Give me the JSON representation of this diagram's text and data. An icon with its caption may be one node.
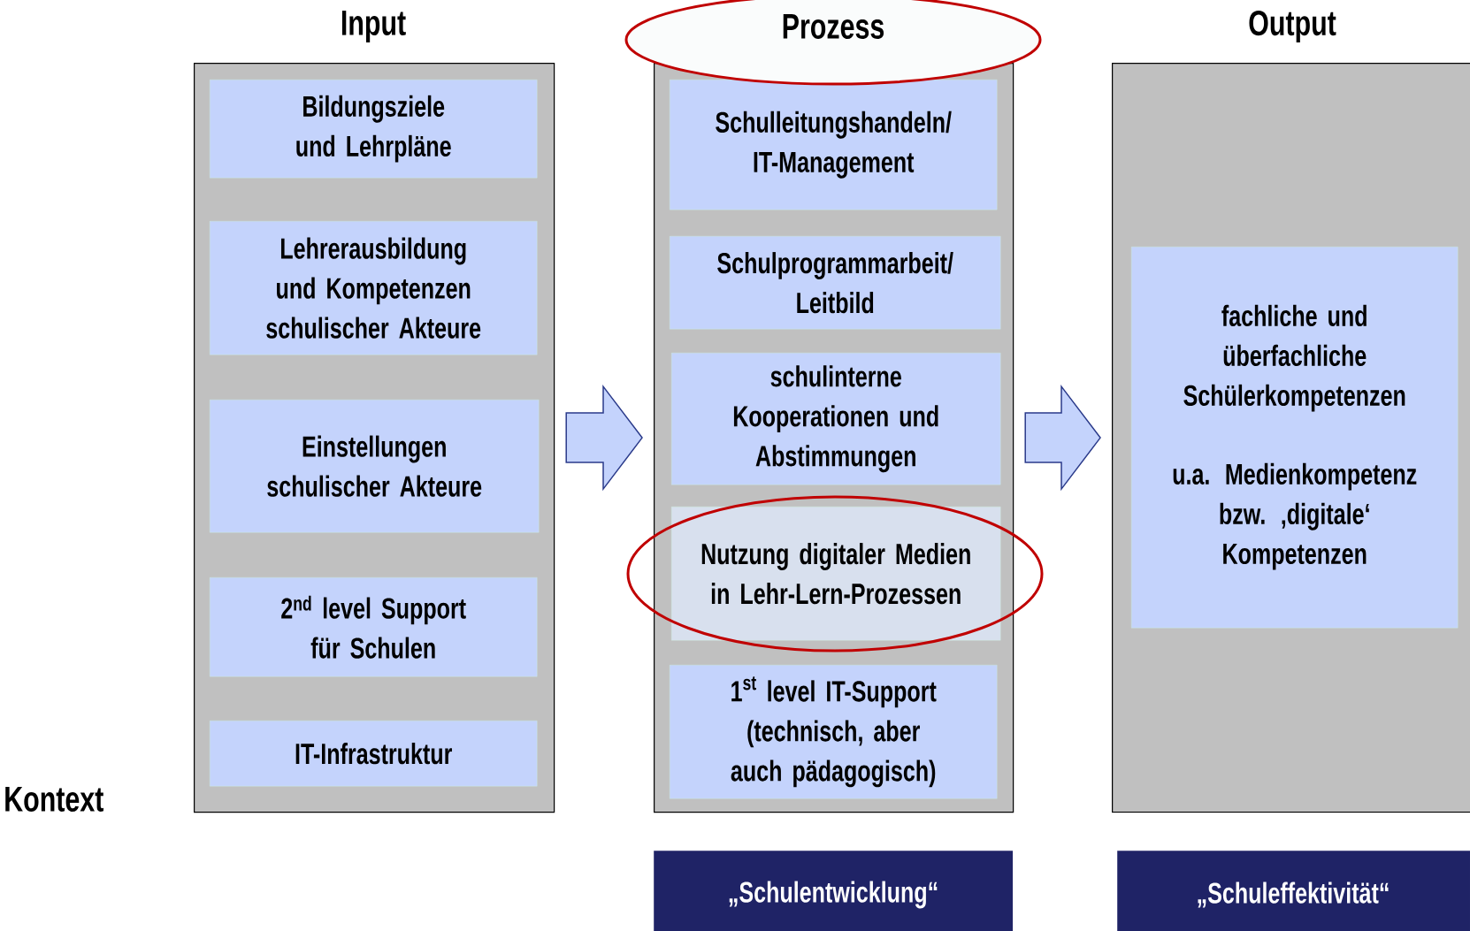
{
  "diagram": {
    "nodes": [
      {
        "text": [
          "Input"
        ]
      },
      {
        "text": [
          "Bildungsziele und Lehrpläne"
        ],
        "in": 0
      },
      {
        "text": [
          "Lehrerausbildung und Kompetenzen schulischer Akteure"
        ],
        "in": 0
      },
      {
        "text": [
          "Einstellungen schulischer Akteure"
        ],
        "in": 0
      },
      {
        "text": [
          "2$^{nd}$ level Support für Schulen"
        ],
        "in": 0
      },
      {
        "text": [
          "IT-Infrastruktur"
        ],
        "in": 0
      },
      {
        "text": [
          "Prozess"
        ]
      },
      {
        "text": [
          "Schulleitungshandeln/ IT-Management"
        ],
        "in": 6
      },
      {
        "text": [
          "Schulprogrammarbeit/ Leitbild"
        ],
        "in": 6
      },
      {
        "text": [
          "schulinterne Kooperationen und Abstimmungen"
        ],
        "in": 6
      },
      {
        "text": [
          "Nutzung digitaler Medien in Lehr-Lern-Prozessen"
        ],
        "in": 6
      },
      {
        "text": [
          "\\text{1}^{\\text{st}}\\text{ level IT-Support}",
          "(technisch, aber auch pädagogisch)"
        ],
        "in": 6
      },
      {
        "text": [
          "Output"
        ]
      },
      {
        "text": [
          "fachliche und überfachliche Schülerkompetenzen",
          "u.a. Medienkompetenz bzw. ‚digitale‘ Kompetenzen"
        ],
        "in": 12
      },
      {
        "text": [
          "„Schulentwicklung“"
        ]
      },
      {
        "text": [
          "„Schuleffektivität“"
        ]
      }
    ],
    "edges": [
      {
        "from": 0,
        "to": 6,
        "arrow": "to"
      },
      {
        "from": 6,
        "to": 12,
        "arrow": "to"
      }
    ],
    "labels": [
      "Kontext"
    ]
  }
}
